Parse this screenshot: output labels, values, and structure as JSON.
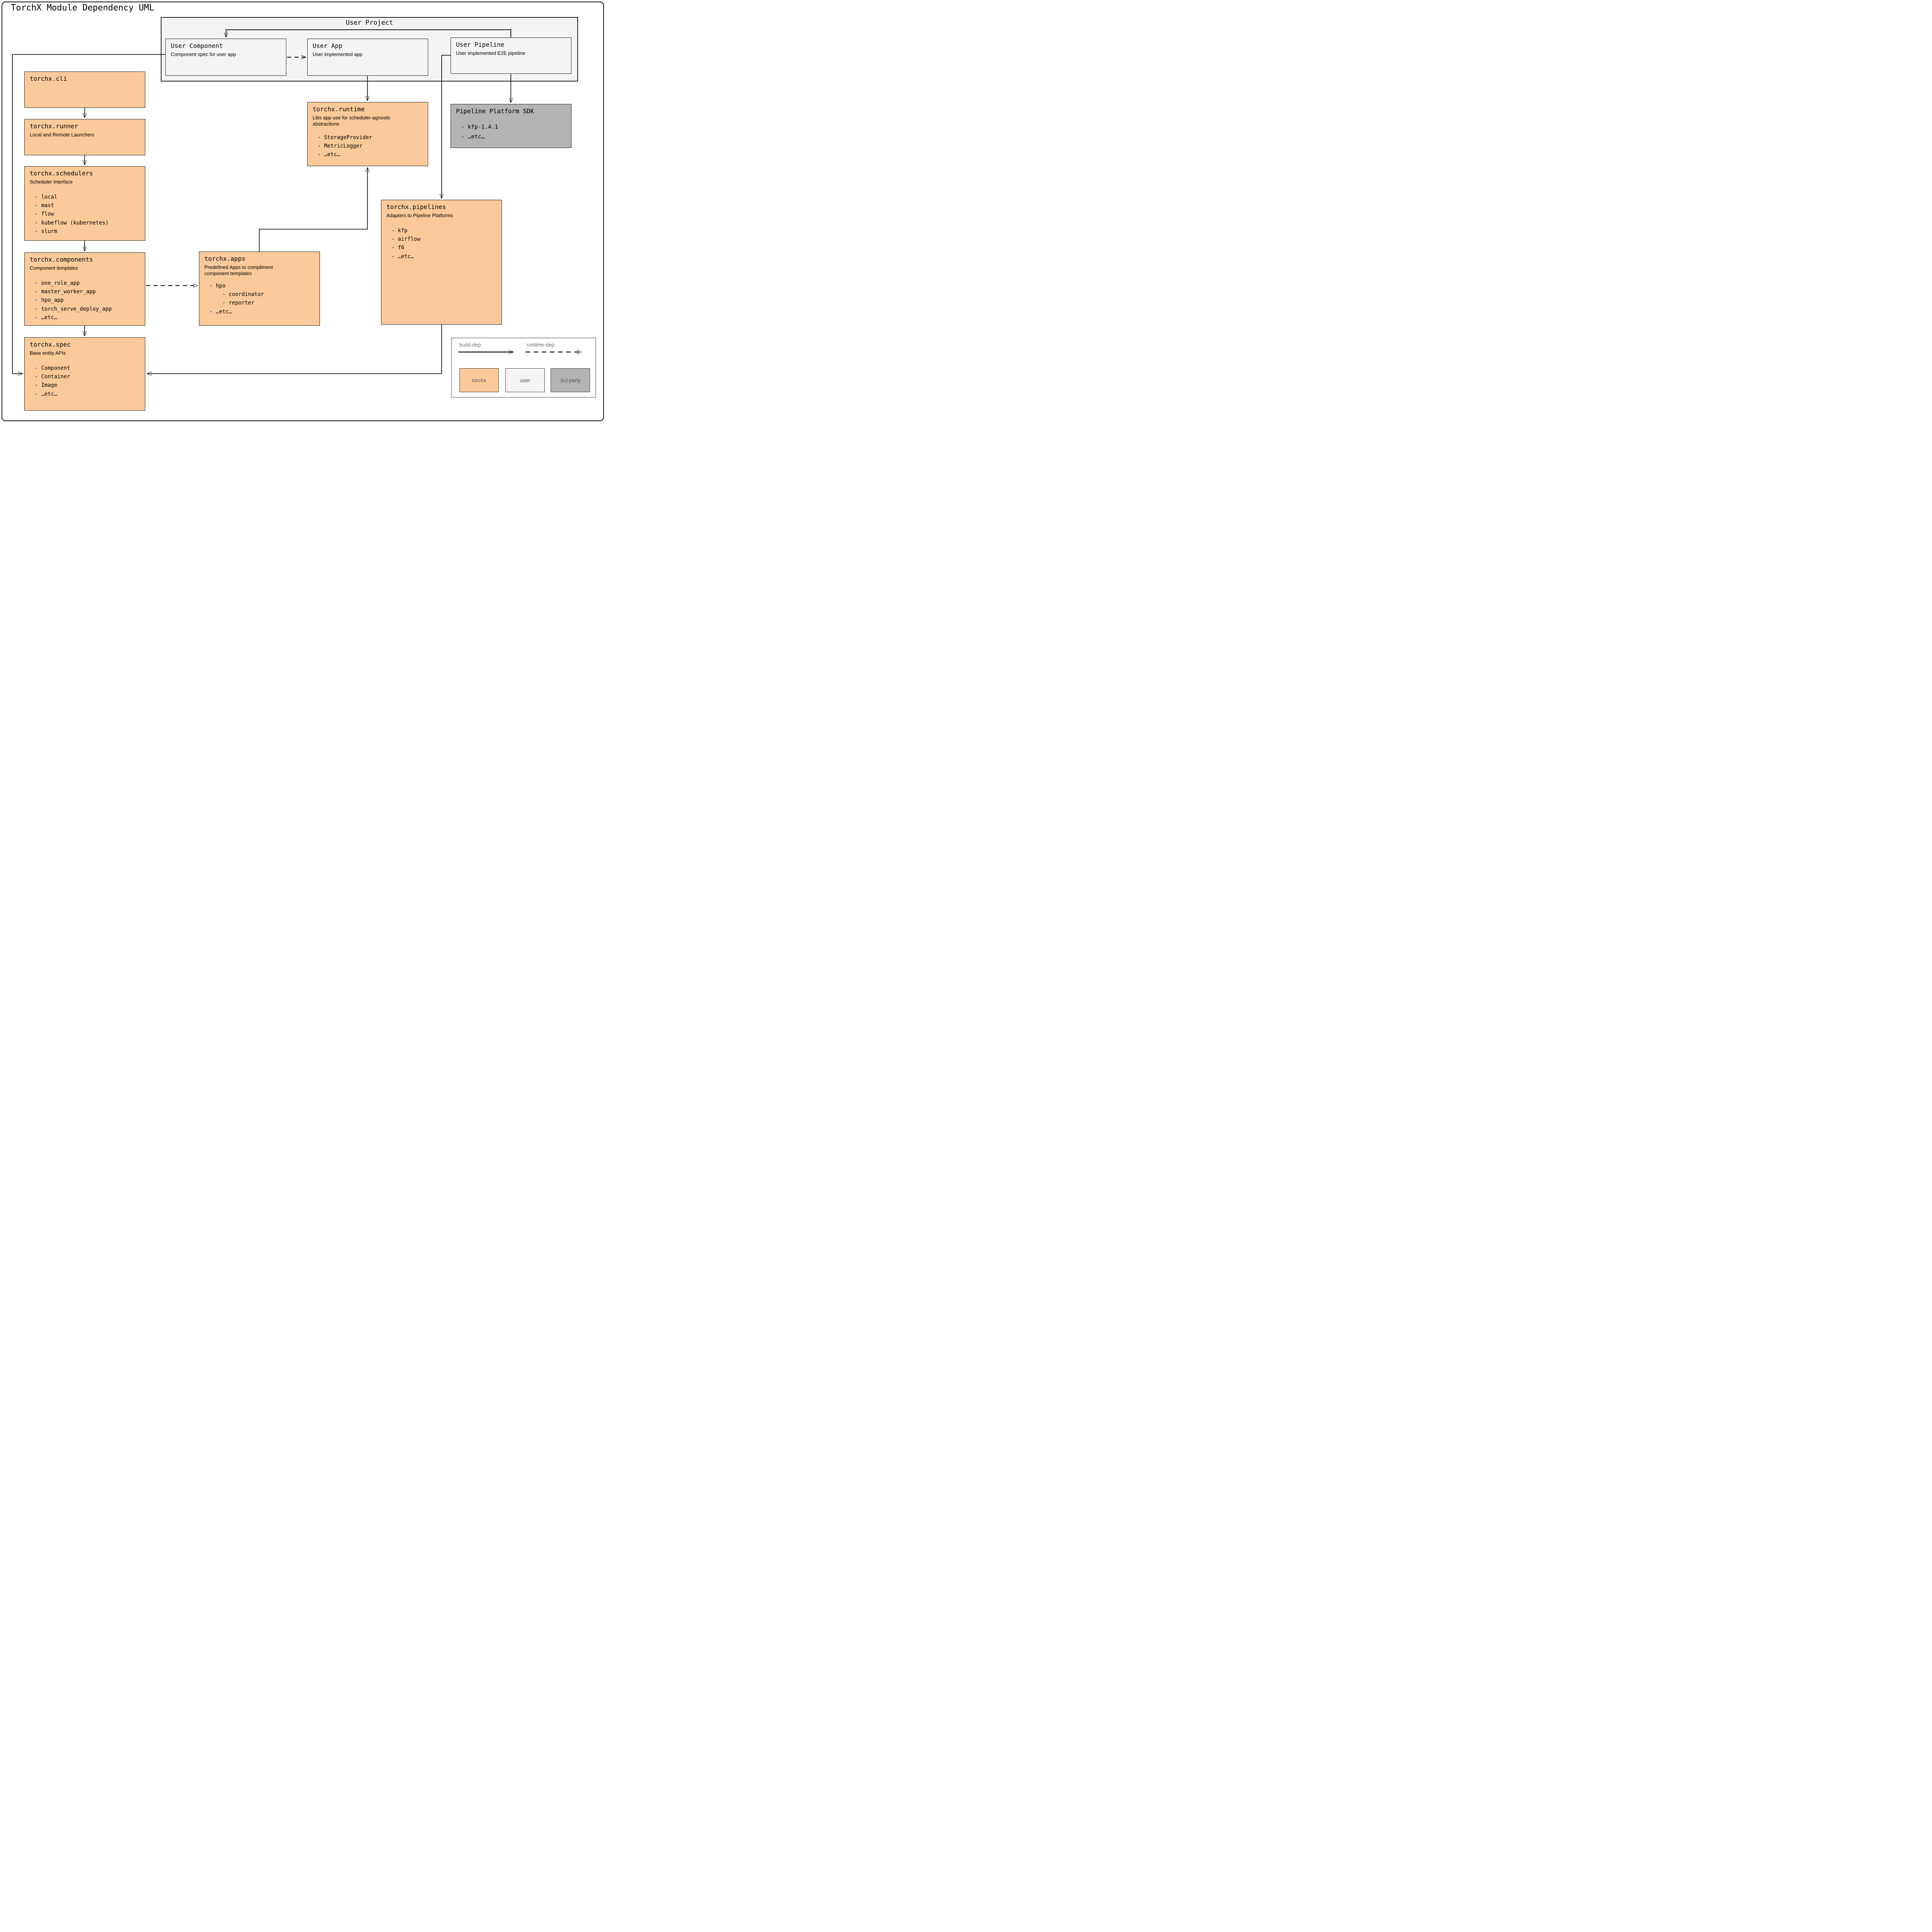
{
  "title": "TorchX Module Dependency UML",
  "user_project": {
    "label": "User Project",
    "boxes": [
      {
        "id": "user_component",
        "title": "User Component",
        "subtitle": "Component spec for user app"
      },
      {
        "id": "user_app",
        "title": "User App",
        "subtitle": "User implemented app"
      },
      {
        "id": "user_pipeline",
        "title": "User Pipeline",
        "subtitle": "User implemented E2E pipeline"
      }
    ]
  },
  "modules": [
    {
      "id": "cli",
      "title": "torchx.cli",
      "subtitle": "",
      "items": []
    },
    {
      "id": "runner",
      "title": "torchx.runner",
      "subtitle": "Local and Remote Launchers",
      "items": []
    },
    {
      "id": "schedulers",
      "title": "torchx.schedulers",
      "subtitle": "Scheduler Interface",
      "items": [
        "- local",
        "- mast",
        "- flow",
        "- kubeflow (kubernetes)",
        "- slurm"
      ]
    },
    {
      "id": "components",
      "title": "torchx.components",
      "subtitle": "Component templates",
      "items": [
        "- one_role_app",
        "- master_worker_app",
        "- hpo_app",
        "- torch_serve_deploy_app",
        "- …etc…"
      ]
    },
    {
      "id": "spec",
      "title": "torchx.spec",
      "subtitle": "Base entity APIs",
      "items": [
        "- Component",
        "- Container",
        "- Image",
        "- …etc…"
      ]
    },
    {
      "id": "apps",
      "title": "torchx.apps",
      "subtitle": "Predefined Apps to compliment component templates",
      "items": [
        "- hpo",
        "    - coordinator",
        "    - reporter",
        "- …etc…"
      ]
    },
    {
      "id": "runtime",
      "title": "torchx.runtime",
      "subtitle": "Libs app use for scheduler-agnostic abstractions",
      "items": [
        "- StorageProvider",
        "- MetricLogger",
        "- …etc…"
      ]
    },
    {
      "id": "pipelines",
      "title": "torchx.pipelines",
      "subtitle": "Adapters to Pipeline Platforms",
      "items": [
        "- kfp",
        "- airflow",
        "- f6",
        "- …etc…"
      ]
    }
  ],
  "sdk": {
    "title": "Pipeline Platform SDK",
    "items": [
      "- kfp-1.4.1",
      "- …etc…"
    ]
  },
  "legend": {
    "build_dep_label": "build-dep",
    "runtime_dep_label": "runtime-dep",
    "swatches": [
      {
        "label": "torchx",
        "type": "torchx"
      },
      {
        "label": "user",
        "type": "user"
      },
      {
        "label": "3rd party",
        "type": "third-party"
      }
    ]
  },
  "colors": {
    "torchx": "#fbca9a",
    "user": "#f4f4f4",
    "third_party": "#b3b3b3",
    "line": "#141414",
    "legend_text": "#6e6e6e"
  }
}
